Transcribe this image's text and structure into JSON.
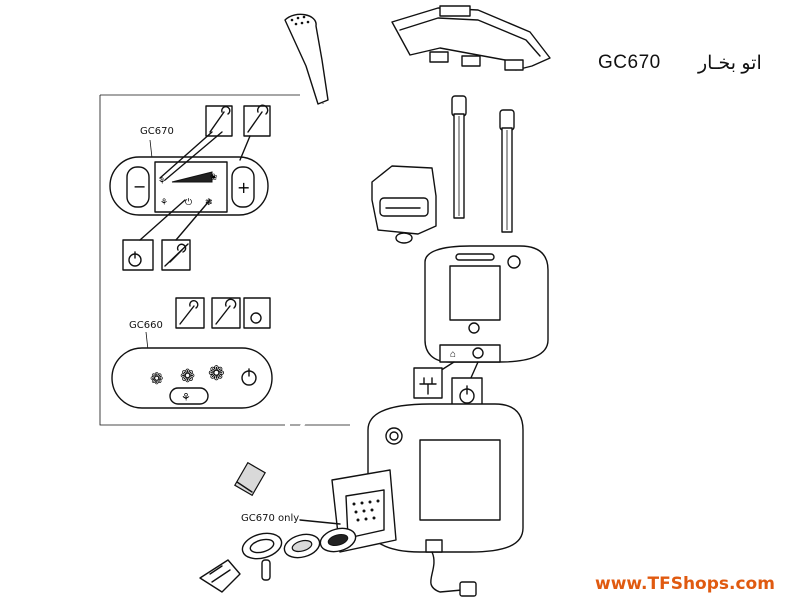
{
  "header": {
    "model": "GC670",
    "title_fa": "اتو بخـار"
  },
  "panel": {
    "gc670_label": "GC670",
    "gc660_label": "GC660"
  },
  "callouts": {
    "gc670_only": "GC670 only"
  },
  "footer": {
    "website": "www.TFShops.com",
    "website_color": "#e05a10"
  }
}
